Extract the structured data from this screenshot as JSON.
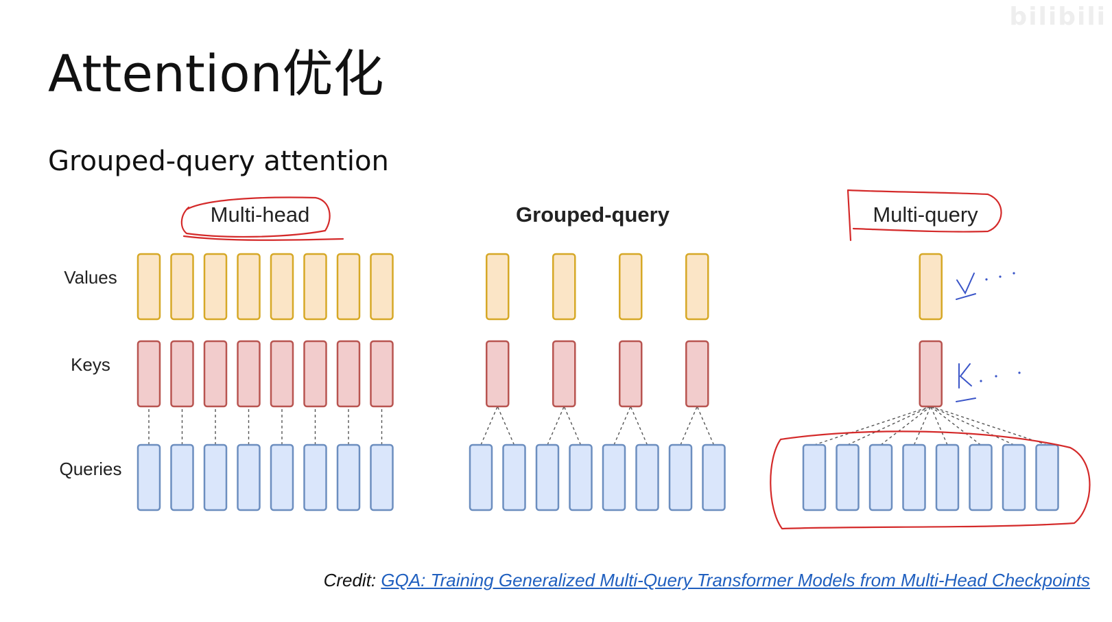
{
  "title": "Attention优化",
  "subtitle": "Grouped-query attention",
  "watermark": "bilibili",
  "diagram": {
    "row_labels": {
      "values": "Values",
      "keys": "Keys",
      "queries": "Queries"
    },
    "panels": [
      {
        "label": "Multi-head",
        "bold": false,
        "num_queries": 8,
        "num_kv": 8,
        "annotated": true
      },
      {
        "label": "Grouped-query",
        "bold": true,
        "num_queries": 8,
        "num_kv": 4,
        "annotated": false
      },
      {
        "label": "Multi-query",
        "bold": false,
        "num_queries": 8,
        "num_kv": 1,
        "annotated": true
      }
    ],
    "handwritten_notes": {
      "value_note": "V . . .",
      "key_note": "K . . ."
    },
    "colors": {
      "value_fill": "#fbe5c6",
      "value_stroke": "#d6a826",
      "key_fill": "#f2cccc",
      "key_stroke": "#b85450",
      "query_fill": "#dae6fb",
      "query_stroke": "#6c8ebf",
      "annotation": "#d42a2a",
      "pen_note": "#3a55c8"
    }
  },
  "credit": {
    "label": "Credit: ",
    "link_text": "GQA: Training Generalized Multi-Query Transformer Models from Multi-Head Checkpoints"
  }
}
